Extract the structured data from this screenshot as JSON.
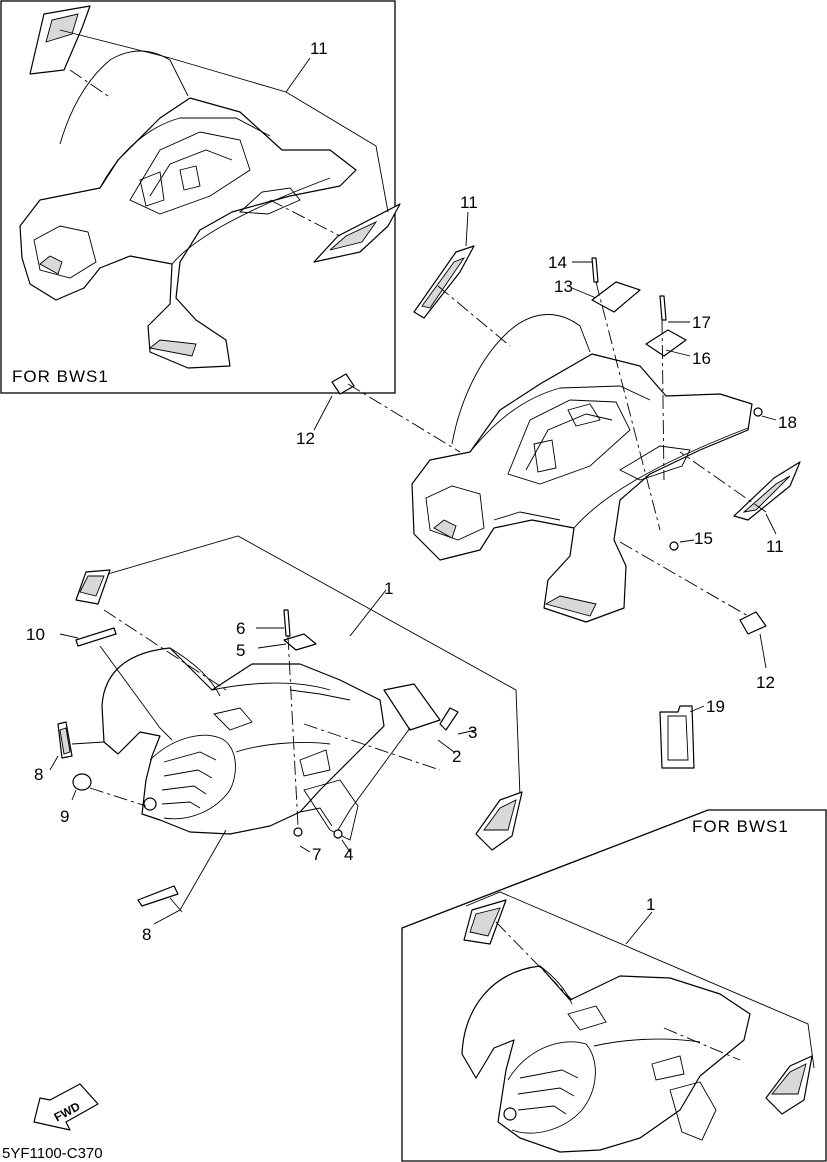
{
  "panels": {
    "top_left_caption": "FOR  BWS1",
    "bottom_right_caption": "FOR  BWS1"
  },
  "callouts": {
    "tl_11": "11",
    "mid_11_top": "11",
    "mid_11_right": "11",
    "mid_12_left": "12",
    "mid_12_right": "12",
    "mid_13": "13",
    "mid_14": "14",
    "mid_15": "15",
    "mid_16": "16",
    "mid_17": "17",
    "mid_18": "18",
    "front_1": "1",
    "front_2": "2",
    "front_3": "3",
    "front_4": "4",
    "front_5": "5",
    "front_6": "6",
    "front_7": "7",
    "front_8_upper": "8",
    "front_8_lower": "8",
    "front_9": "9",
    "front_10": "10",
    "label_19": "19",
    "br_1": "1"
  },
  "fwd_arrow": "FWD",
  "diagram_code": "5YF1100-C370"
}
